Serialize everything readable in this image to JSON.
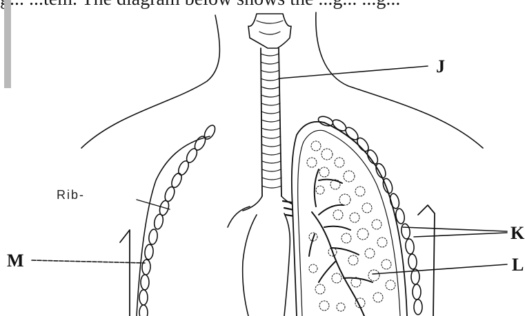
{
  "top_text": "g... ...tem. The diagram below shows the ...g... ...g...",
  "labels": {
    "J": "J",
    "K": "K",
    "L": "L",
    "M": "M",
    "rib": "Rib-"
  }
}
